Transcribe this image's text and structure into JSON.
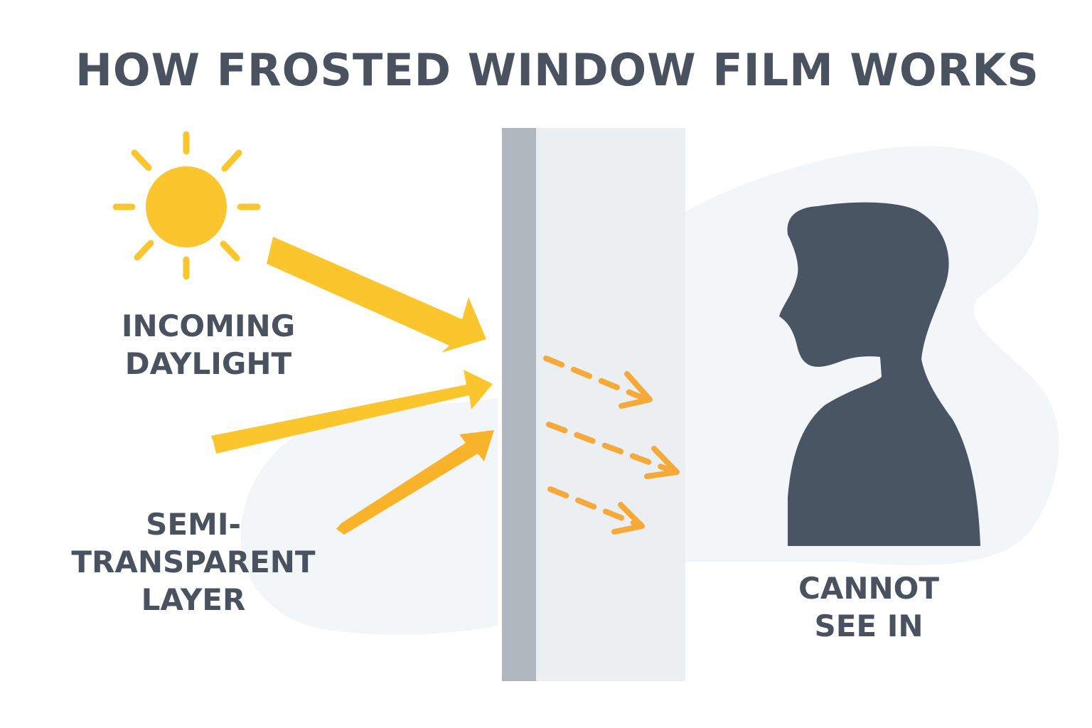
{
  "title": "HOW FROSTED WINDOW FILM WORKS",
  "labels": {
    "incoming_daylight": [
      "INCOMING",
      "DAYLIGHT"
    ],
    "semi_transparent_layer": [
      "SEMI-",
      "TRANSPARENT",
      "LAYER"
    ],
    "cannot_see_in": [
      "CANNOT",
      "SEE IN"
    ]
  },
  "icons": {
    "sun": "sun-icon",
    "person": "person-silhouette-icon"
  },
  "colors": {
    "background": "#ffffff",
    "text": "#49525e",
    "sun": "#fbc62d",
    "arrow_bright": "#fbc62d",
    "arrow_orange": "#f8b32a",
    "dashed_arrow": "#f4a93a",
    "window_frame": "#b0b6bd",
    "window_pane": "#eceff2",
    "backdrop": "#f3f6f9",
    "person": "#4a5563"
  }
}
